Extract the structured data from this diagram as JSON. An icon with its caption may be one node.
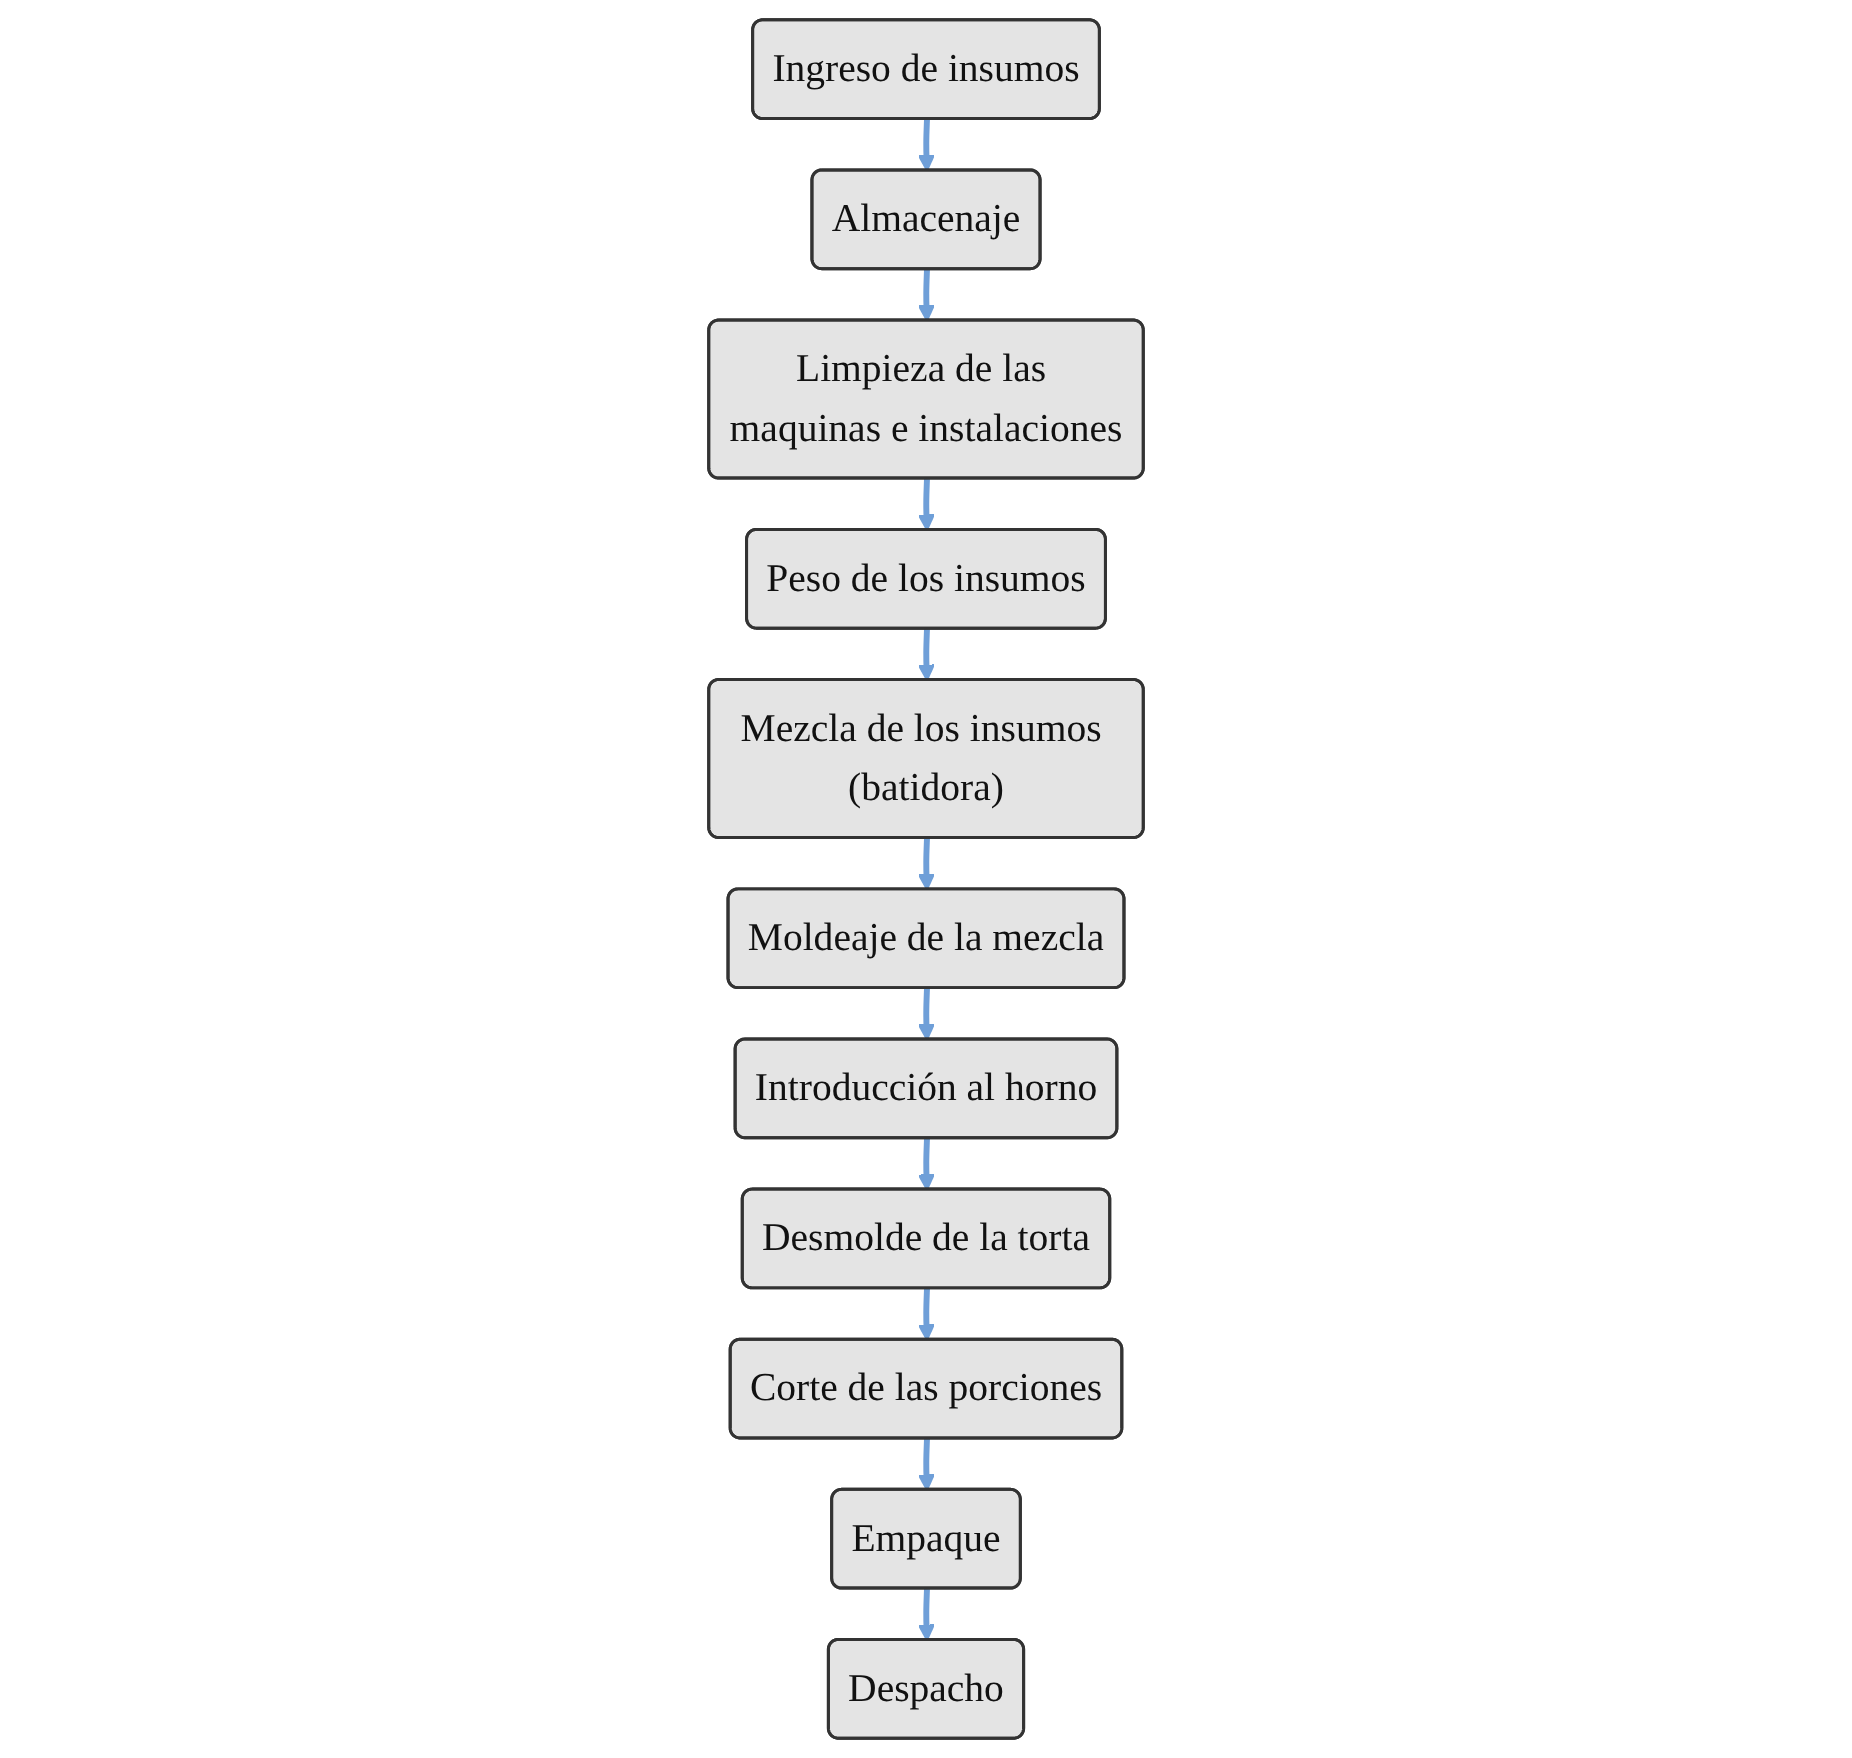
{
  "diagram": {
    "nodes": [
      {
        "text": [
          "Ingreso de insumos"
        ]
      },
      {
        "text": [
          "Almacenaje"
        ]
      },
      {
        "text": [
          "Limpieza de las maquinas e instalaciones"
        ]
      },
      {
        "text": [
          "Peso de los insumos"
        ]
      },
      {
        "text": [
          "Mezcla de los insumos (batidora)"
        ]
      },
      {
        "text": [
          "Moldeaje de la mezcla"
        ]
      },
      {
        "text": [
          "Introducción al horno"
        ]
      },
      {
        "text": [
          "Desmolde de la torta"
        ]
      },
      {
        "text": [
          "Corte de las porciones"
        ]
      },
      {
        "text": [
          "Empaque"
        ]
      },
      {
        "text": [
          "Despacho"
        ]
      }
    ],
    "edges": [
      {
        "from": 0,
        "to": 1,
        "arrow": "to"
      },
      {
        "from": 1,
        "to": 2,
        "arrow": "to"
      },
      {
        "from": 2,
        "to": 3,
        "arrow": "to"
      },
      {
        "from": 3,
        "to": 4,
        "arrow": "to"
      },
      {
        "from": 4,
        "to": 5,
        "arrow": "to"
      },
      {
        "from": 5,
        "to": 6,
        "arrow": "to"
      },
      {
        "from": 6,
        "to": 7,
        "arrow": "to"
      },
      {
        "from": 7,
        "to": 8,
        "arrow": "to"
      },
      {
        "from": 8,
        "to": 9,
        "arrow": "to"
      },
      {
        "from": 9,
        "to": 10,
        "arrow": "to"
      }
    ]
  }
}
